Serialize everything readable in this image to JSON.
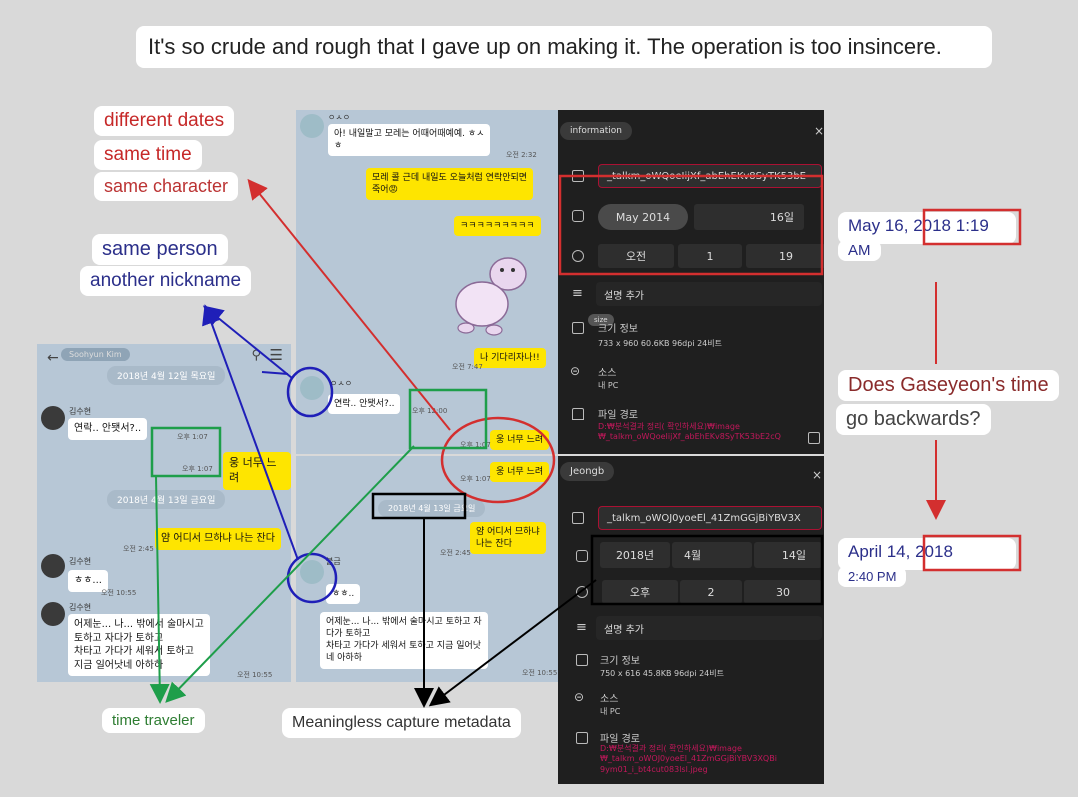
{
  "caption": "It's so crude and rough that I gave up on making it. The operation is too insincere.",
  "notes": {
    "different_dates": "different dates",
    "same_time": "same time",
    "same_character": "same character",
    "same_person": "same person",
    "another_nickname": "another nickname",
    "time_traveler": "time traveler",
    "meaningless_metadata": "Meaningless capture metadata",
    "date_top": "May 16, 2018 1:19",
    "date_top_ampm": "AM",
    "question_1": "Does Gaseyeon's time",
    "question_2": "go backwards?",
    "date_bottom": "April 14, 2018",
    "date_bottom_time": "2:40 PM"
  },
  "left_chat": {
    "header": "Soohyun Kim",
    "date1": "2018년 4월 12일 목요일",
    "date2": "2018년 4월 13일 금요일",
    "sender": "김수현",
    "msg1": "연락.. 안됏서?..",
    "time1": "오후 1:07",
    "reply1": "웅 너무 느려",
    "time2": "오후 1:07",
    "msg_y2": "얌 어디서 므하냐 나는 잔다",
    "time3": "오전 2:45",
    "msg2": "ㅎㅎ...",
    "time4": "오전 10:55",
    "msg3": "어제눈... 나... 밖에서 술마시고\n토하고 자다가 토하고\n차타고 가다가 세워서 토하고\n지금 일어낫네 아하하",
    "time5": "오전 10:55"
  },
  "mid_top_chat": {
    "sender": "ㅇㅅㅇ",
    "msg1": "아! 내일말고 모레는 어때어때예예. ㅎㅅ\nㅎ",
    "time1": "오전 2:32",
    "msg_y1": "모레 콜 근데 내일도 오늘처럼 연락안되면\n죽어😡",
    "msg_y2": "ㅋㅋㅋㅋㅋㅋㅋㅋㅋ",
    "msg_y3": "나 기다리자나!!",
    "time2": "오전 7:47",
    "sender2": "ㅇㅅㅇ",
    "msg2": "연락.. 안됏서?..",
    "time3": "오후 12:00",
    "reply": "웅 너무 느려",
    "time4": "오후 1:07"
  },
  "mid_bottom_chat": {
    "reply": "웅 너무 느려",
    "time1": "오후 1:07",
    "date": "2018년 4월 13일 금요일",
    "msg_y": "얌 어디서 므하냐\n나는 잔다",
    "time2": "오전 2:45",
    "sender": "불금",
    "msg1": "ㅎㅎ..",
    "msg2": "어제눈... 나... 밖에서 술마시고 토하고 자\n다가 토하고\n차타고 가다가 세워서 토하고 지금 일어낫\n네 아하하",
    "time3": "오전 10:55"
  },
  "info_top": {
    "pill": "information",
    "filename": "_talkm_oWQoeIijXf_abEhEKv8SyTK53bE",
    "month": "May 2014",
    "day": "16일",
    "ampm": "오전",
    "hour": "1",
    "minute": "19",
    "desc": "설명 추가",
    "size_pill": "size",
    "size_label": "크기 정보",
    "size_value": "733 x 960   60.6KB   96dpi   24비트",
    "source_label": "소스",
    "source_value": "내 PC",
    "path_label": "파일 경로",
    "path_value": "D:₩분석결과 정리( 확인하세요)₩image\n₩_talkm_oWQoeIijXf_abEhEKv8SyTK53bE2cQ"
  },
  "info_bottom": {
    "pill": "Jeongb",
    "filename": "_talkm_oWOJ0yoeEl_41ZmGGjBiYBV3X",
    "year": "2018년",
    "month": "4월",
    "day": "14일",
    "ampm": "오후",
    "hour": "2",
    "minute": "30",
    "desc": "설명 추가",
    "size_label": "크기 정보",
    "size_value": "750 x 616   45.8KB   96dpi   24비트",
    "source_label": "소스",
    "source_value": "내 PC",
    "path_label": "파일 경로",
    "path_value": "D:₩분석결과 정리( 확인하세요)₩image\n₩_talkm_oWOJ0yoeEl_41ZmGGjBiYBV3XQBi\n9ym01_i_bt4cut083lsl.jpeg"
  },
  "colors": {
    "red": "#d32f2f",
    "blue": "#1f1fb8",
    "green": "#1e9e4a",
    "black": "#000000",
    "kakao_yellow": "#fee500"
  },
  "icons": [
    "back-arrow-icon",
    "search-icon",
    "menu-icon",
    "image-icon",
    "calendar-icon",
    "clock-icon",
    "list-icon",
    "link-icon",
    "folder-icon",
    "copy-icon",
    "close-icon"
  ]
}
